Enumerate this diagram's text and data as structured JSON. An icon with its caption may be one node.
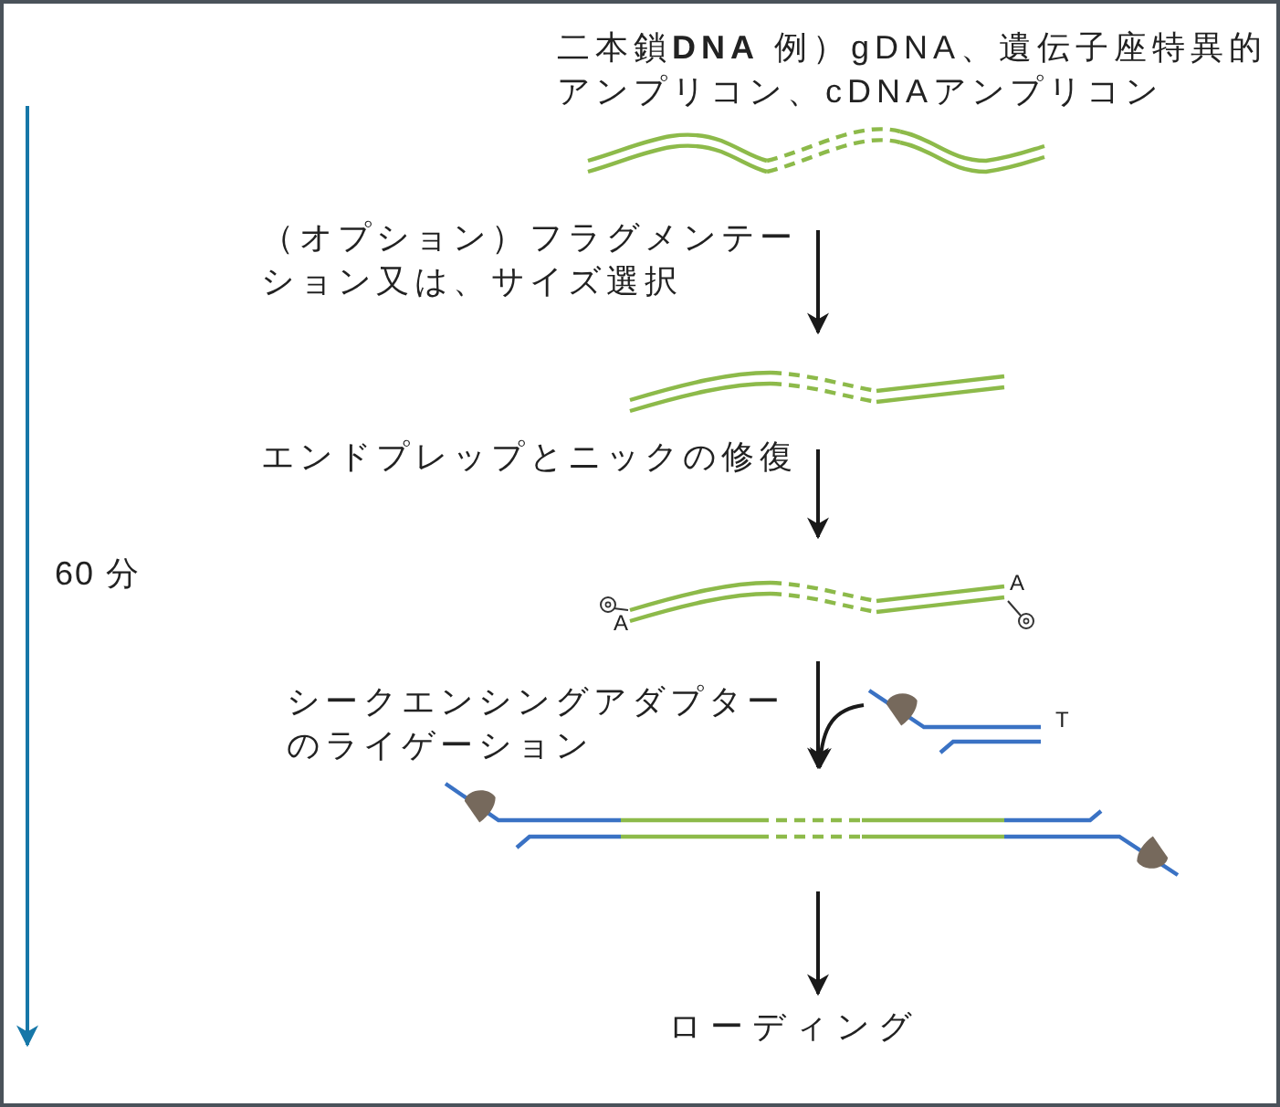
{
  "diagram": {
    "nodes": [
      {
        "text": [],
        "shape": "picture"
      },
      {
        "text": [],
        "shape": "picture"
      },
      {
        "text": [],
        "shape": "picture",
        "beside": [
          "A",
          "A"
        ]
      },
      {
        "text": [],
        "shape": "picture"
      },
      {
        "text": [
          "ローディング"
        ]
      },
      {
        "text": [],
        "shape": "picture",
        "beside": [
          "T"
        ]
      }
    ],
    "edges": [
      {
        "from": 0,
        "to": 1,
        "arrow": "to"
      },
      {
        "from": 1,
        "to": 2,
        "arrow": "to"
      },
      {
        "from": 2,
        "to": 3,
        "arrow": "to"
      },
      {
        "from": 5,
        "to": 3,
        "arrow": "to"
      },
      {
        "from": 3,
        "to": 4,
        "arrow": "to"
      }
    ],
    "labels": [
      "二本鎖**DNA** 例）gDNA、遺伝子座特異的アンプリコン、cDNAアンプリコン",
      "（オプション）フラグメンテーション又は、サイズ選択",
      "エンドプレップとニックの修復",
      "シークエンシングアダプターのライゲーション",
      "60 分"
    ]
  }
}
